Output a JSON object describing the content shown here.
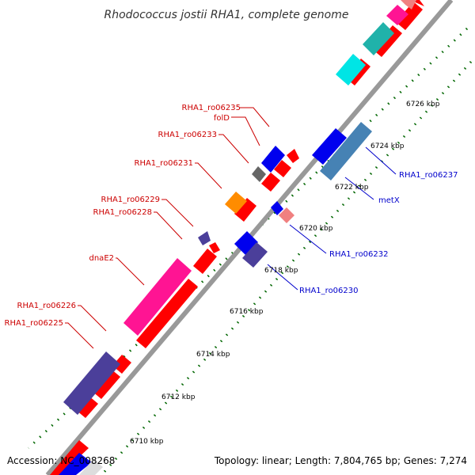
{
  "title": "Rhodococcus jostii RHA1, complete genome",
  "footer": {
    "accession": "Accession: NC_008268",
    "summary": "Topology: linear; Length: 7,804,765 bp; Genes: 7,274"
  },
  "colors": {
    "plus_label": "#cc0000",
    "minus_label": "#0000cc",
    "backbone": "#999999",
    "tick_dots": "#006600"
  },
  "ticks": [
    "6710 kbp",
    "6712 kbp",
    "6714 kbp",
    "6716 kbp",
    "6718 kbp",
    "6720 kbp",
    "6722 kbp",
    "6724 kbp",
    "6726 kbp"
  ],
  "plus_labels": [
    "RHA1_ro06235",
    "folD",
    "RHA1_ro06233",
    "RHA1_ro06231",
    "RHA1_ro06229",
    "RHA1_ro06228",
    "dnaE2",
    "RHA1_ro06226",
    "RHA1_ro06225"
  ],
  "minus_labels": [
    "RHA1_ro06237",
    "metX",
    "RHA1_ro06232",
    "RHA1_ro06230"
  ]
}
